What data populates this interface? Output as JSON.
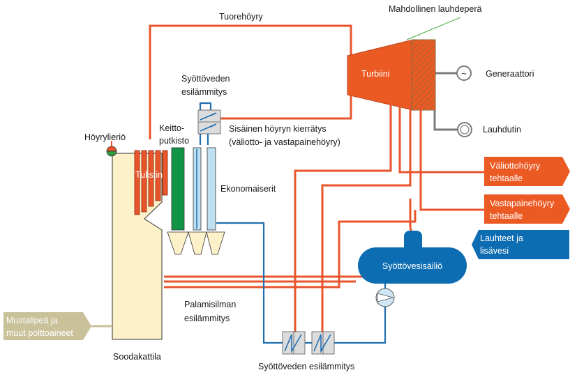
{
  "labels": {
    "tuorehoyry": "Tuorehöyry",
    "lauhdepera": "Mahdollinen lauhdeperä",
    "turbiini": "Turbiini",
    "generaattori": "Generaattori",
    "lauhdutin": "Lauhdutin",
    "syottoveden_esilammitys_top_1": "Syöttöveden",
    "syottoveden_esilammitys_top_2": "esilämmitys",
    "sisainen_1": "Sisäinen höyryn kierrätys",
    "sisainen_2": "(väliotto- ja vastapainehöyry)",
    "hoyrylierio": "Höyrylieriö",
    "keitto_1": "Keitto-",
    "keitto_2": "putkisto",
    "tulistin": "Tulistin",
    "ekonomaiserit": "Ekonomaiserit",
    "valiotto_1": "Väliottohöyry",
    "valiotto_2": "tehtaalle",
    "vastapaine_1": "Vastapainehöyry",
    "vastapaine_2": "tehtaalle",
    "lauhteet_1": "Lauhteet ja",
    "lauhteet_2": "lisävesi",
    "syottovesisailio": "Syöttövesisäiliö",
    "palamisilma_1": "Palamisilman",
    "palamisilma_2": "esilämmitys",
    "mustalipea_1": "Mustalipeä ja",
    "mustalipea_2": "muut polttoaineet",
    "soodakattila": "Soodakattila",
    "syottoveden_esilammitys_bottom": "Syöttöveden esilämmitys",
    "generator_symbol": "~"
  },
  "colors": {
    "steam": "#e8542b",
    "water": "#1f6fb2",
    "boiler": "#fdf1c9",
    "generating_bank": "#129447",
    "economizer": "#bfe0f2",
    "fuel_input": "#c9c19a",
    "turbine": "#ec5a24"
  }
}
